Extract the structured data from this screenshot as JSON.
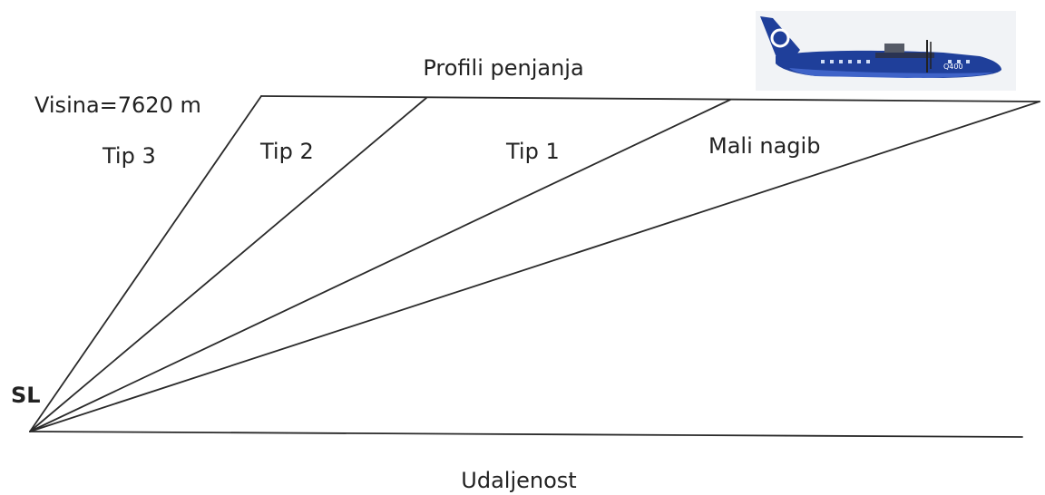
{
  "diagram": {
    "title": "Profili penjanja",
    "altitude_label": "Visina=7620 m",
    "origin_label": "SL",
    "x_axis_label": "Udaljenost",
    "profiles": [
      {
        "id": "tip3",
        "label": "Tip 3"
      },
      {
        "id": "tip2",
        "label": "Tip 2"
      },
      {
        "id": "tip1",
        "label": "Tip 1"
      },
      {
        "id": "mali",
        "label": "Mali nagib"
      }
    ],
    "aircraft_text": "Q400",
    "colors": {
      "line": "#2a2a2a",
      "text": "#222222",
      "aircraft_body": "#1f3f9a",
      "aircraft_belly": "#3f63c8",
      "aircraft_window": "#cfdcf5",
      "photo_bg": "#f1f3f6"
    }
  }
}
